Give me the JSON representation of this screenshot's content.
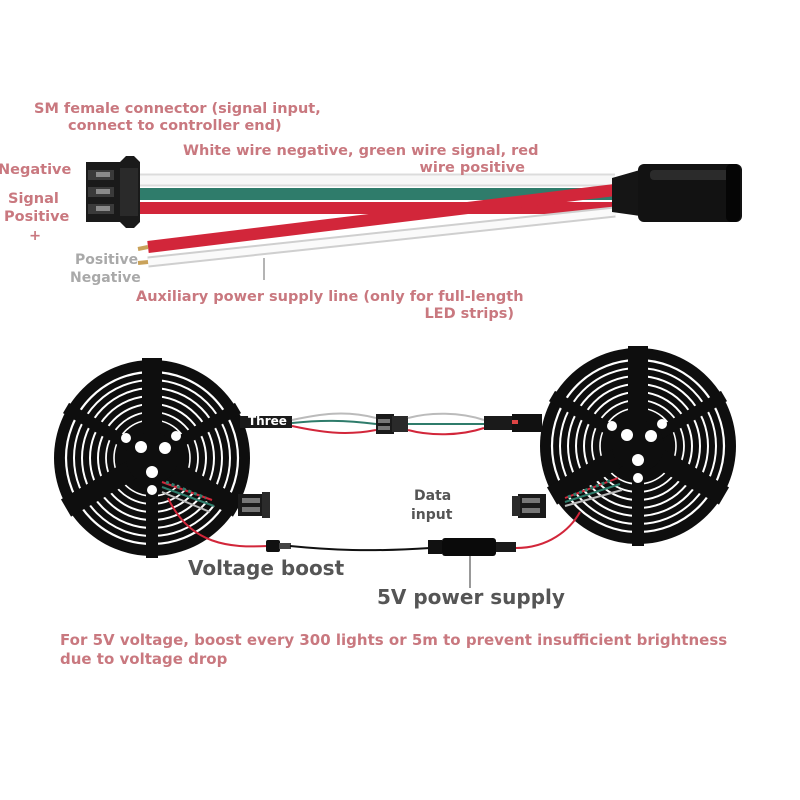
{
  "labels": {
    "sm_connector": [
      "SM female connector (signal input,",
      "connect to controller end)"
    ],
    "wire_colors": [
      "White wire negative, green wire signal, red",
      "wire positive"
    ],
    "negative": "Negative",
    "signal": "Signal",
    "positive": "Positive",
    "plus": "+",
    "aux_positive": "Positive",
    "aux_negative": "Negative",
    "aux_line": [
      "Auxiliary power supply line (only for full-length",
      "LED strips)"
    ],
    "three": "Three",
    "data_input": [
      "Data",
      "input"
    ],
    "voltage_boost": "Voltage boost",
    "power_supply": "5V power supply",
    "footer_note": "For 5V voltage, boost every 300 lights or 5m to prevent insufficient brightness due to voltage drop"
  },
  "colors": {
    "label_pink": "#c9787f",
    "wire_white": "#f2f2f2",
    "wire_green": "#2f7c6b",
    "wire_red": "#d2263a",
    "connector_black": "#1a1a1a",
    "reel_black": "#0e0e0e"
  },
  "icons": [
    "sm-female-connector-icon",
    "cable-end-plug-icon",
    "led-reel-icon",
    "dc-barrel-jack-icon"
  ]
}
